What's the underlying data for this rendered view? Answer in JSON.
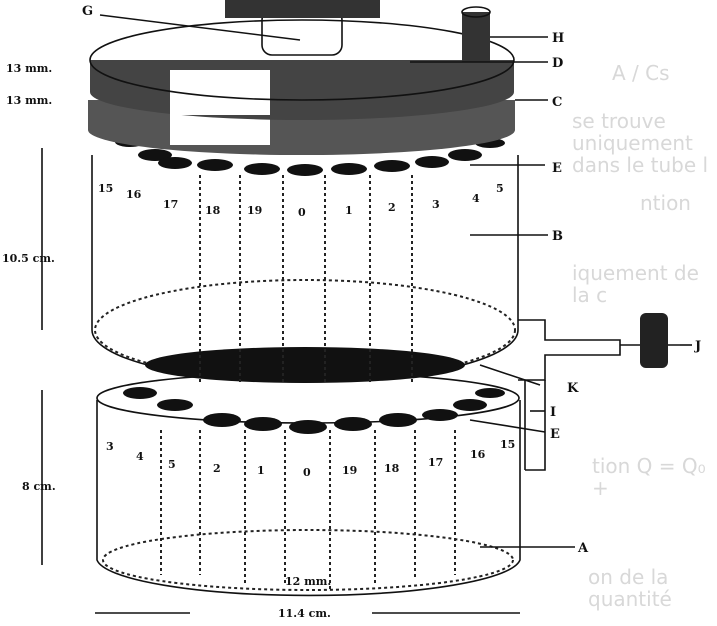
{
  "labels": {
    "G": "G",
    "H": "H",
    "D": "D",
    "C": "C",
    "E_top": "E",
    "B": "B",
    "J": "J",
    "K": "K",
    "I": "I",
    "E_bottom": "E",
    "A": "A"
  },
  "dimensions": {
    "disc_d": "13 mm.",
    "disc_c": "13 mm.",
    "upper_height": "10.5 cm.",
    "lower_height": "8 cm.",
    "tube_spacing": "12 mm.",
    "diameter": "11.4 cm."
  },
  "upper_tube_numbers": [
    "15",
    "16",
    "17",
    "18",
    "19",
    "0",
    "1",
    "2",
    "3",
    "4",
    "5"
  ],
  "lower_tube_numbers": [
    "3",
    "4",
    "5",
    "2",
    "1",
    "0",
    "19",
    "18",
    "17",
    "16",
    "15"
  ],
  "background_bleed": [
    "A / Cs",
    "ntion",
    "se trouve uniquement dans le tube l",
    "iquement de la c",
    "tion Q = Q₀ +",
    "on de la quantité"
  ]
}
